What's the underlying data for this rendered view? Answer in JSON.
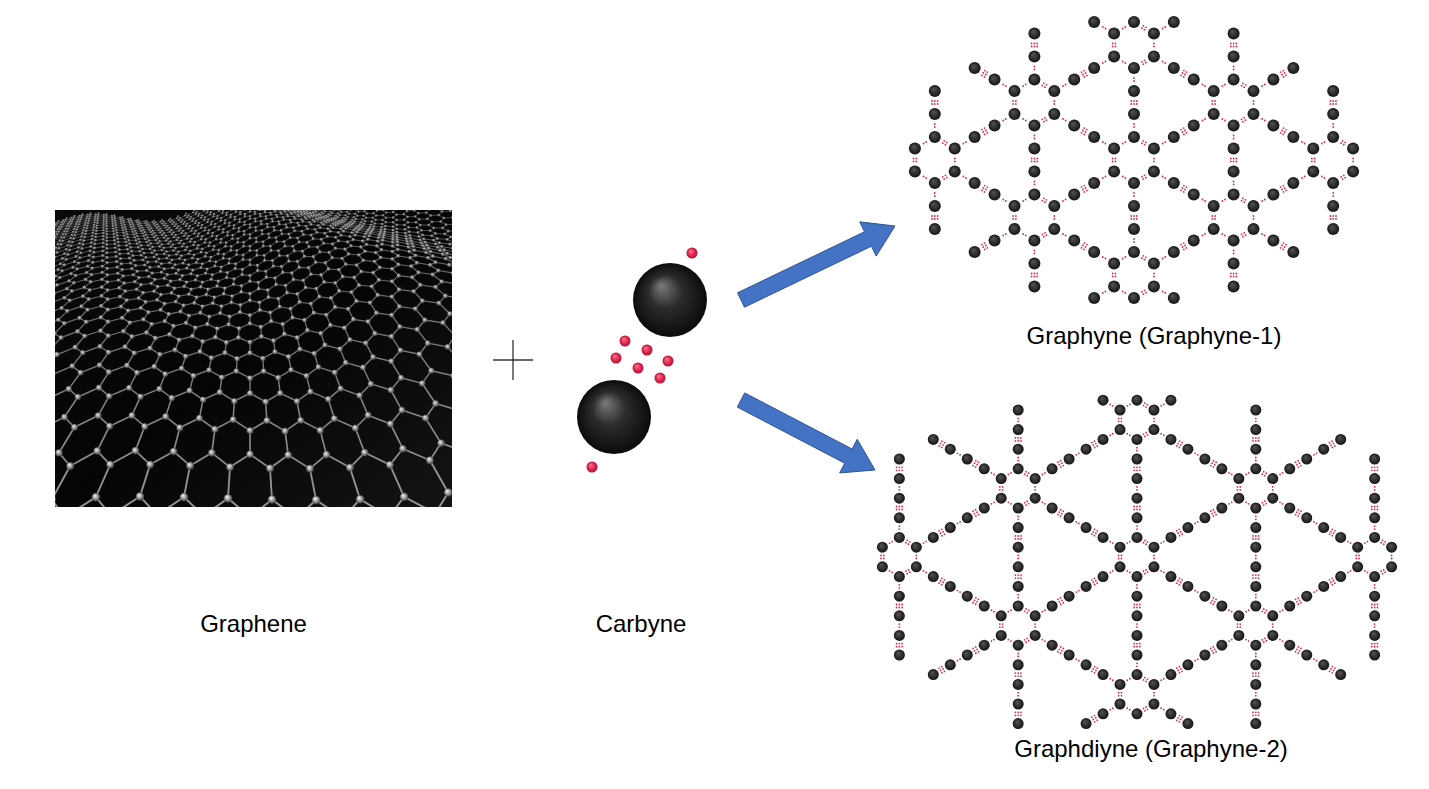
{
  "diagram": {
    "nodes": [
      {
        "text": [
          "Graphene"
        ]
      },
      {
        "text": [
          "Carbyne"
        ]
      },
      {
        "text": [
          "Graphyne (Graphyne-1)"
        ]
      },
      {
        "text": [
          "Graphdiyne (Graphyne-2)"
        ]
      }
    ],
    "edges": [
      {
        "from": 1,
        "to": 2,
        "arrow": "to"
      },
      {
        "from": 1,
        "to": 3,
        "arrow": "to"
      }
    ]
  }
}
